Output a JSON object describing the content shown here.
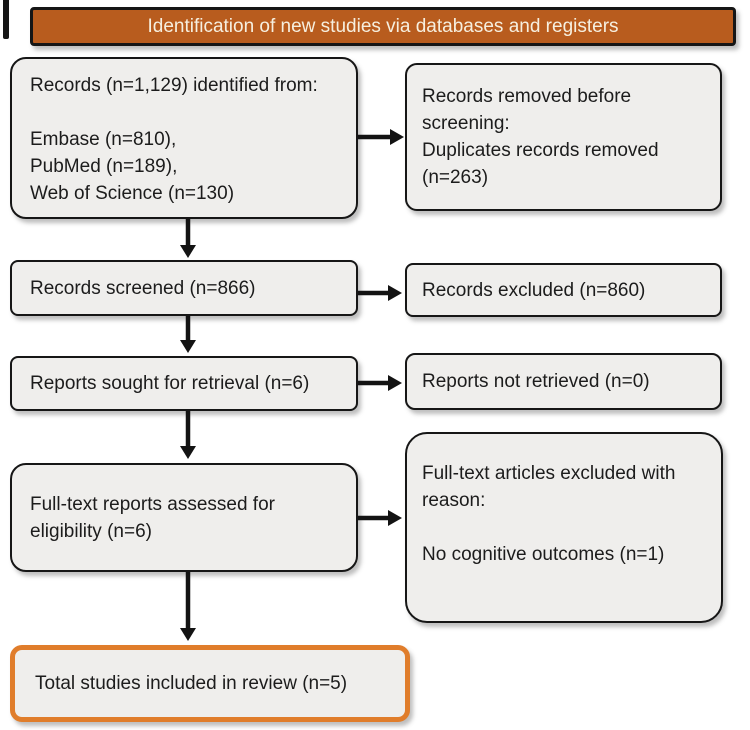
{
  "banner": {
    "title": "Identification of new studies via databases and registers"
  },
  "colors": {
    "banner_bg": "#b85c1e",
    "banner_text": "#f6efdf",
    "box_bg": "#efeeec",
    "box_border": "#161616",
    "included_border": "#e07d2b"
  },
  "boxes": {
    "records_identified": "Records (n=1,129) identified from:\n\nEmbase (n=810),\nPubMed (n=189),\nWeb of Science (n=130)",
    "records_removed": "Records removed before\nscreening:\nDuplicates records removed\n(n=263)",
    "records_screened": "Records screened (n=866)",
    "records_excluded": "Records excluded (n=860)",
    "reports_sought": "Reports sought for retrieval (n=6)",
    "reports_not_retrieved": "Reports not retrieved (n=0)",
    "fulltext_assessed": "Full-text reports assessed for\neligibility  (n=6)",
    "fulltext_excluded": "Full-text articles excluded with\nreason:\n\nNo cognitive outcomes (n=1)",
    "total_included": "Total studies included in review (n=5)"
  }
}
